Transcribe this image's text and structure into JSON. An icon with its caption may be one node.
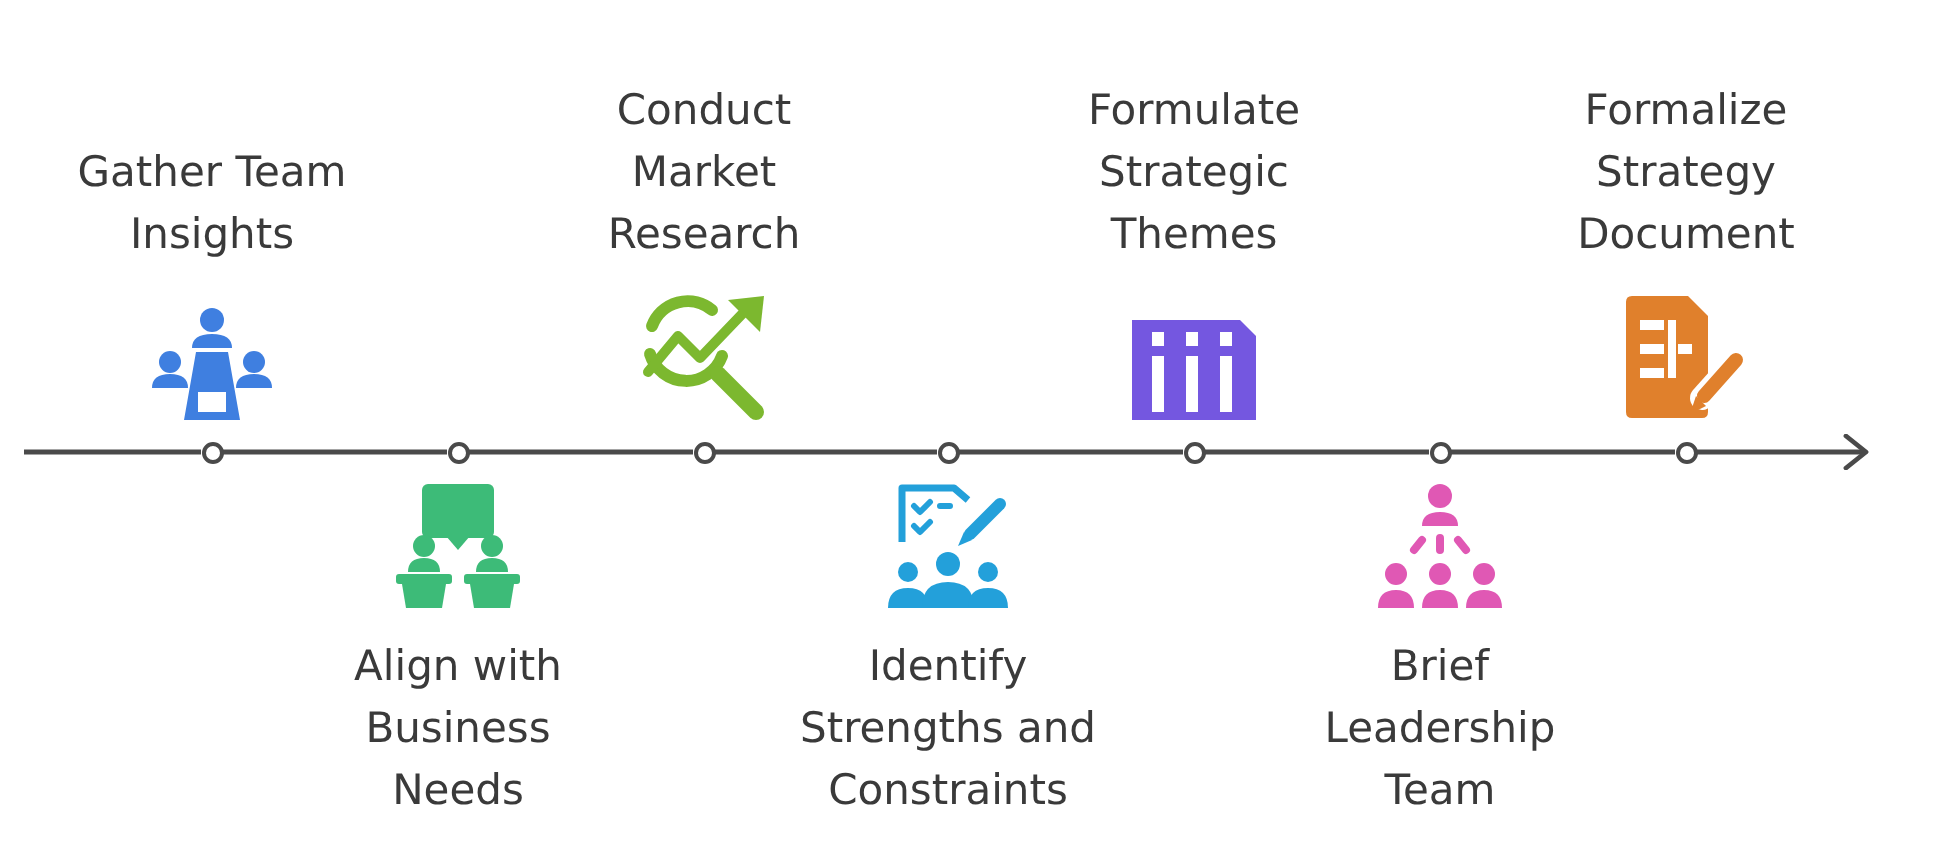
{
  "diagram": {
    "nodes": [
      {
        "text": [],
        "shape": "circle"
      },
      {
        "text": [],
        "shape": "circle"
      },
      {
        "text": [],
        "shape": "circle"
      },
      {
        "text": [],
        "shape": "circle"
      },
      {
        "text": [],
        "shape": "circle"
      },
      {
        "text": [],
        "shape": "circle"
      },
      {
        "text": [],
        "shape": "circle"
      }
    ],
    "edges": [
      {
        "from": null,
        "to": 0,
        "arrow": "none"
      },
      {
        "from": 0,
        "to": 1,
        "arrow": "none"
      },
      {
        "from": 1,
        "to": 2,
        "arrow": "none"
      },
      {
        "from": 2,
        "to": 3,
        "arrow": "none"
      },
      {
        "from": 3,
        "to": 4,
        "arrow": "none"
      },
      {
        "from": 4,
        "to": 5,
        "arrow": "none"
      },
      {
        "from": 5,
        "to": 6,
        "arrow": "none"
      },
      {
        "from": 6,
        "to": null,
        "arrow": "to"
      }
    ],
    "labels": [
      "Gather Team Insights",
      "Align with Business Needs",
      "Conduct Market Research",
      "Identify Strengths and Constraints",
      "Formulate Strategic Themes",
      "Brief Leadership Team",
      "Formalize Strategy Document"
    ]
  }
}
